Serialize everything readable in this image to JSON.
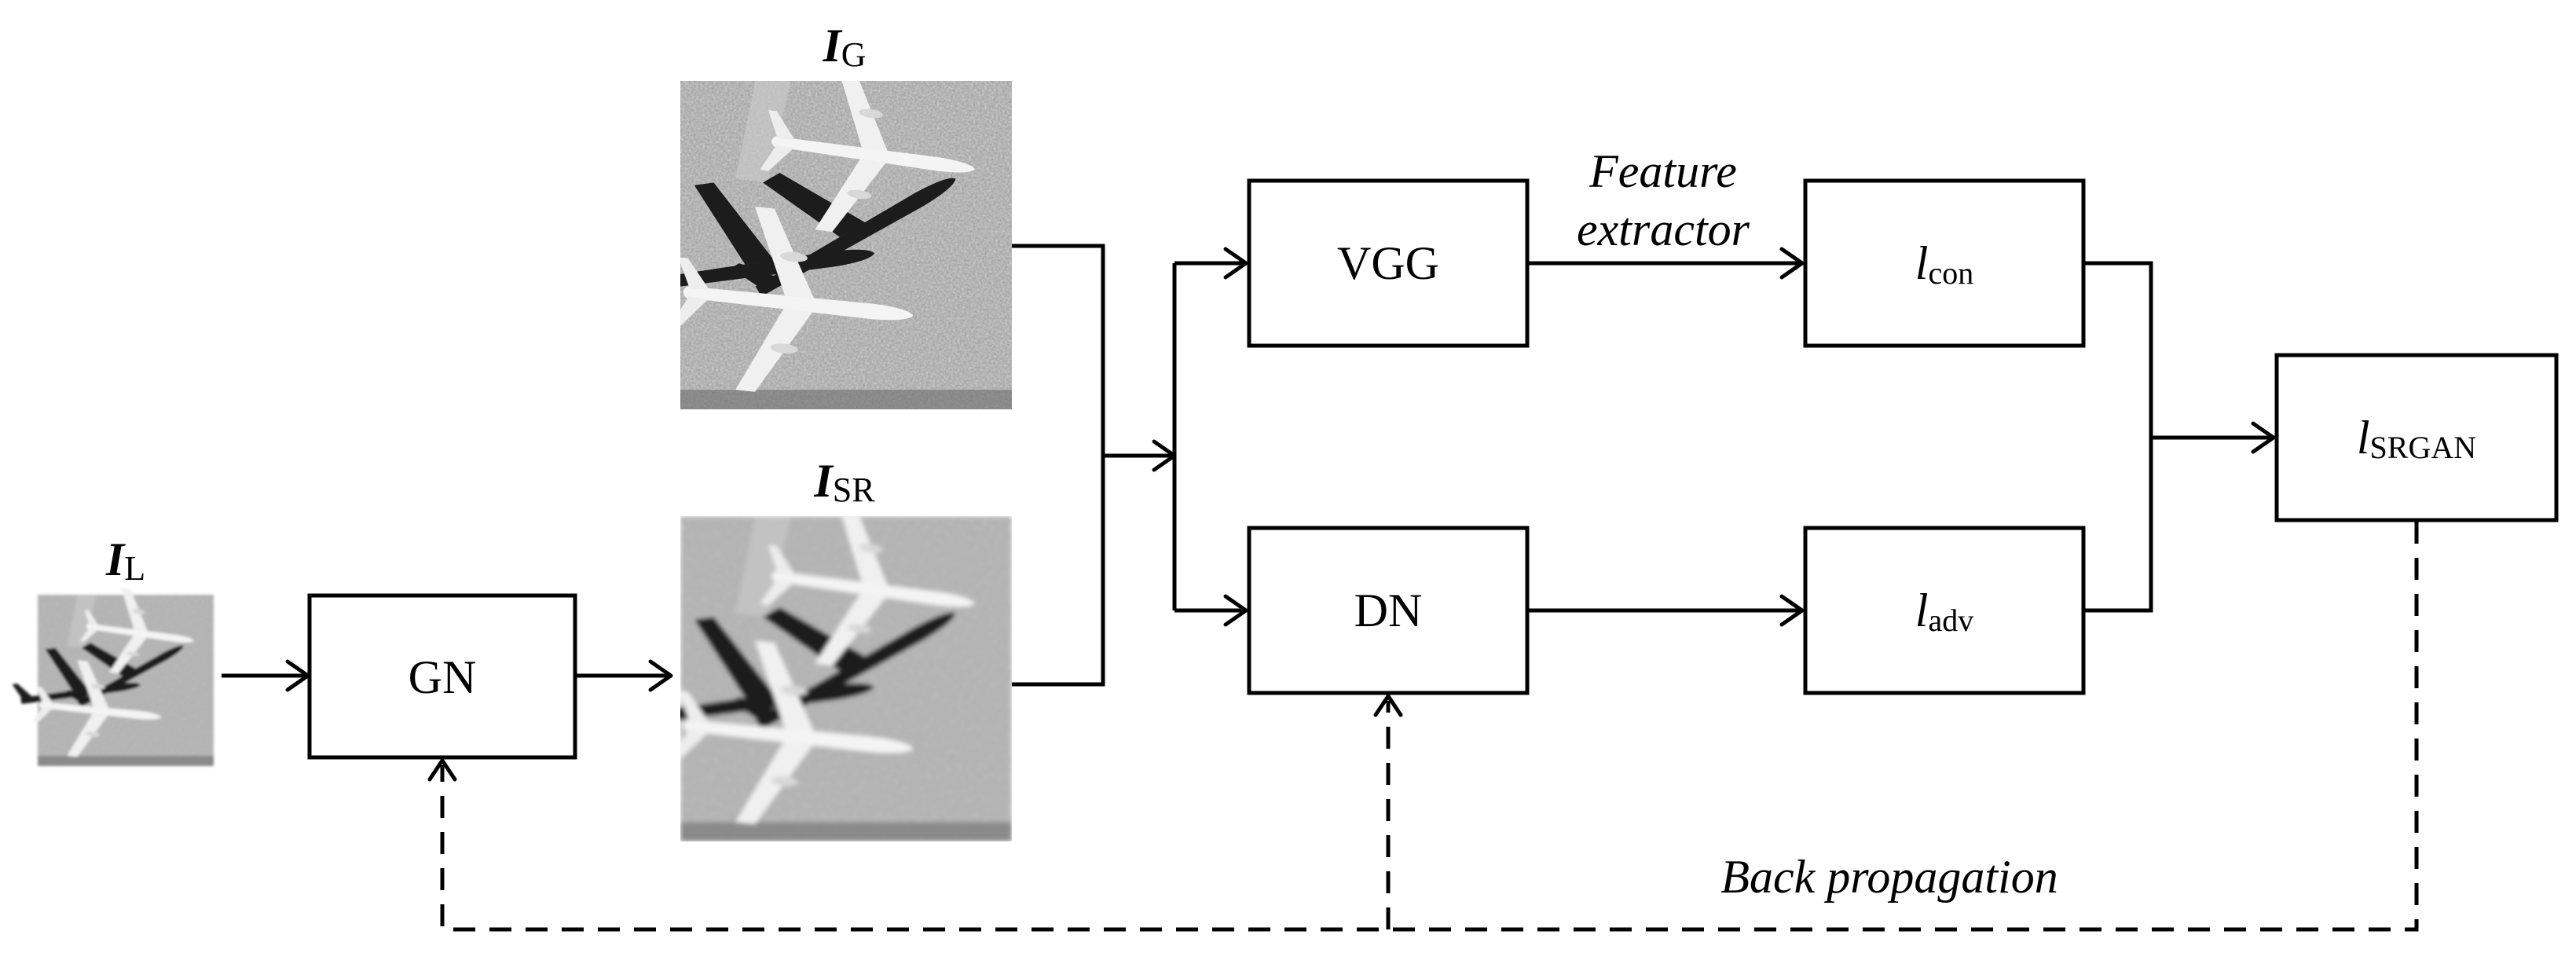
{
  "images": {
    "low_res": {
      "symbol": "I",
      "subscript": "L"
    },
    "ground": {
      "symbol": "I",
      "subscript": "G"
    },
    "super_res": {
      "symbol": "I",
      "subscript": "SR"
    }
  },
  "blocks": {
    "generator": {
      "label": "GN"
    },
    "vgg": {
      "label": "VGG"
    },
    "discriminator": {
      "label": "DN"
    },
    "content_loss": {
      "symbol": "l",
      "subscript": "con"
    },
    "adv_loss": {
      "symbol": "l",
      "subscript": "adv"
    },
    "total_loss": {
      "symbol": "l",
      "subscript": "SRGAN"
    }
  },
  "annotations": {
    "feature_line1": "Feature",
    "feature_line2": "extractor",
    "backprop": "Back propagation"
  },
  "colors": {
    "stroke": "#000000",
    "background": "#ffffff"
  }
}
